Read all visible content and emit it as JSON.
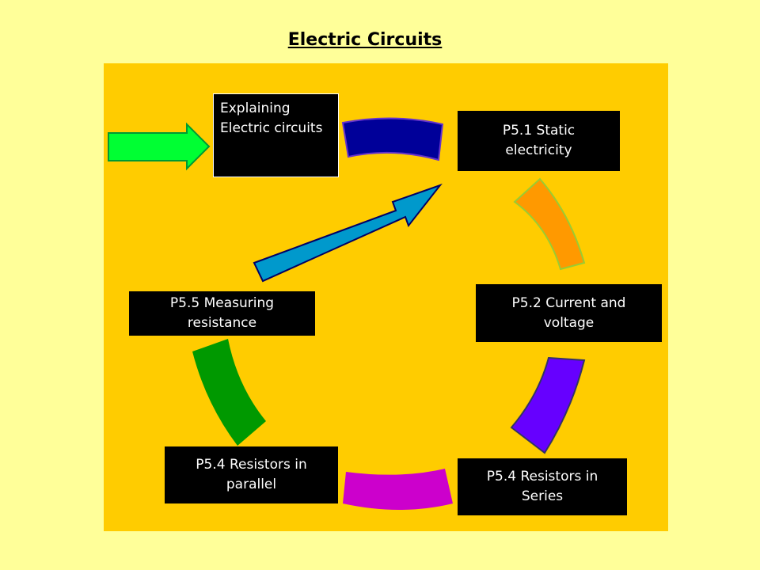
{
  "title": "Electric Circuits",
  "colors": {
    "background": "#FFFF99",
    "panel": "#FFCC00",
    "box": "#000000",
    "box_text": "#FFFFFF",
    "arc_top": "#000099",
    "arc_right_upper": "#FF9900",
    "arc_right_lower": "#6600FF",
    "arc_bottom": "#CC00CC",
    "arc_left": "#009900",
    "entry_arrow": "#00FF33",
    "center_arrow": "#0099CC"
  },
  "boxes": {
    "explaining": "Explaining Electric circuits",
    "static": "P5.1 Static electricity",
    "current": "P5.2 Current and voltage",
    "series": "P5.4 Resistors in Series",
    "parallel": "P5.4 Resistors in parallel",
    "measuring": "P5.5 Measuring resistance"
  }
}
